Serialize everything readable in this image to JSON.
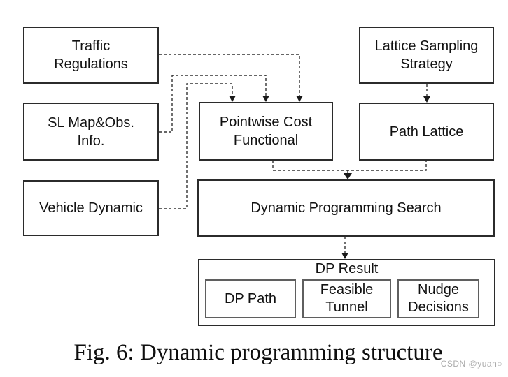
{
  "caption": "Fig. 6: Dynamic programming structure",
  "watermark": "CSDN @yuan○",
  "colors": {
    "box_border": "#2b2b2b",
    "subbox_border": "#5f5f5f",
    "connector": "#333333",
    "text": "#111111",
    "watermark": "#ababab",
    "background": "#ffffff"
  },
  "diagram": {
    "nodes": {
      "traffic_regulations": {
        "label": "Traffic\nRegulations"
      },
      "sl_map_obs": {
        "label": "SL Map&Obs.\nInfo."
      },
      "vehicle_dynamic": {
        "label": "Vehicle Dynamic"
      },
      "pointwise_cost": {
        "label": "Pointwise Cost\nFunctional"
      },
      "lattice_sampling": {
        "label": "Lattice Sampling\nStrategy"
      },
      "path_lattice": {
        "label": "Path Lattice"
      },
      "dp_search": {
        "label": "Dynamic Programming Search"
      },
      "dp_result": {
        "label": "DP Result"
      },
      "dp_path": {
        "label": "DP Path"
      },
      "feasible_tunnel": {
        "label": "Feasible\nTunnel"
      },
      "nudge_decisions": {
        "label": "Nudge\nDecisions"
      }
    },
    "edges": [
      {
        "from": "traffic_regulations",
        "to": "pointwise_cost",
        "style": "dashed-arrow"
      },
      {
        "from": "sl_map_obs",
        "to": "pointwise_cost",
        "style": "dashed-arrow"
      },
      {
        "from": "vehicle_dynamic",
        "to": "pointwise_cost",
        "style": "dashed-arrow"
      },
      {
        "from": "lattice_sampling",
        "to": "path_lattice",
        "style": "dashed-arrow"
      },
      {
        "from": "pointwise_cost",
        "to": "dp_search",
        "style": "dashed-arrow-merged"
      },
      {
        "from": "path_lattice",
        "to": "dp_search",
        "style": "dashed-arrow-merged"
      },
      {
        "from": "dp_search",
        "to": "dp_result",
        "style": "dashed-arrow"
      }
    ]
  }
}
